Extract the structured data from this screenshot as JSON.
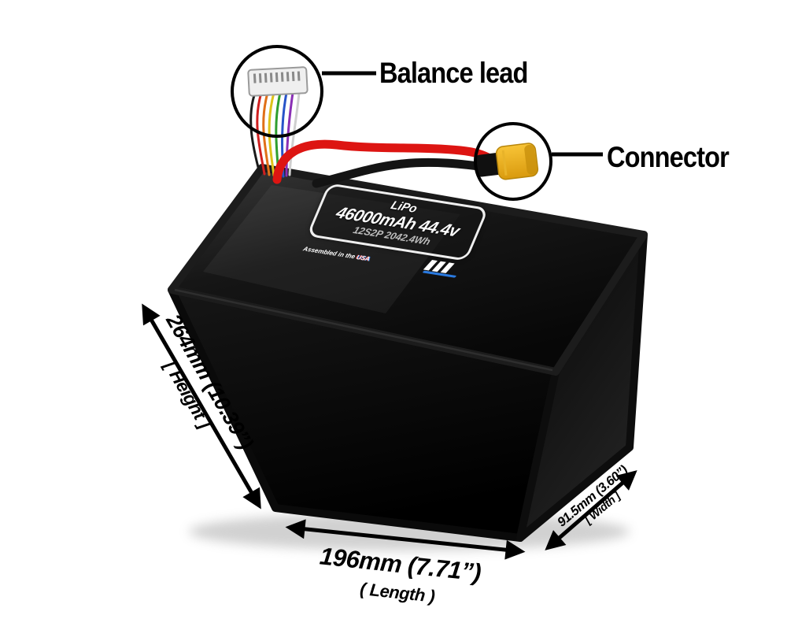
{
  "figure": {
    "type": "annotated-product-photo",
    "subject": "LiPo battery pack with balance lead, power connector and dimension callouts"
  },
  "callouts": {
    "balance_lead": "Balance lead",
    "connector": "Connector"
  },
  "battery_plate": {
    "chemistry": "LiPo",
    "capacity_voltage": "46000mAh 44.4v",
    "config_energy": "12S2P 2042.4Wh",
    "assembled_prefix": "Assembled in the ",
    "usa": "USA"
  },
  "dimensions": {
    "height_value": "264mm (10.39”)",
    "height_label": "[ Height ]",
    "length_value": "196mm (7.71”)",
    "length_label": "( Length )",
    "width_value": "91.5mm (3.60”)",
    "width_label": "[ Width ]"
  },
  "icons": {
    "balance_callout_circle": "circle-outline",
    "connector_callout_circle": "circle-outline",
    "dimension_arrows": "double-headed-arrow",
    "maxamps_logo": "brand-monogram"
  },
  "colors": {
    "background": "#ffffff",
    "battery_black": "#0a0a0a",
    "wire_red": "#dd1512",
    "wire_black": "#141414",
    "connector_yellow": "#f2b21b",
    "annotation_black": "#000000",
    "plate_text": "#ffffff"
  }
}
